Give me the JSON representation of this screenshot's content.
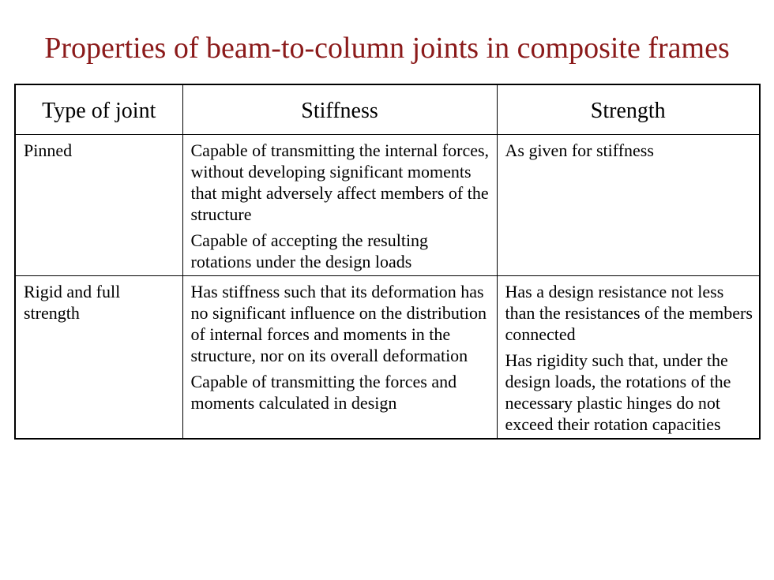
{
  "title": "Properties of beam-to-column joints in composite frames",
  "table": {
    "headers": [
      "Type of joint",
      "Stiffness",
      "Strength"
    ],
    "rows": [
      {
        "type": "Pinned",
        "stiffness": [
          "Capable of transmitting the internal forces, without developing significant moments that might adversely affect members of the structure",
          "Capable of accepting the resulting rotations under the design loads"
        ],
        "strength": [
          "As given for stiffness"
        ]
      },
      {
        "type": "Rigid and full strength",
        "stiffness": [
          "Has stiffness such that its deformation has no significant influence on the distribution of internal forces and moments in the structure, nor on its overall deformation",
          "Capable of transmitting the forces and moments calculated in design"
        ],
        "strength": [
          "Has a design resistance not less than the resistances of the members connected",
          "Has rigidity such that, under the design loads, the rotations of the necessary plastic hinges do not exceed their rotation capacities"
        ]
      }
    ]
  }
}
